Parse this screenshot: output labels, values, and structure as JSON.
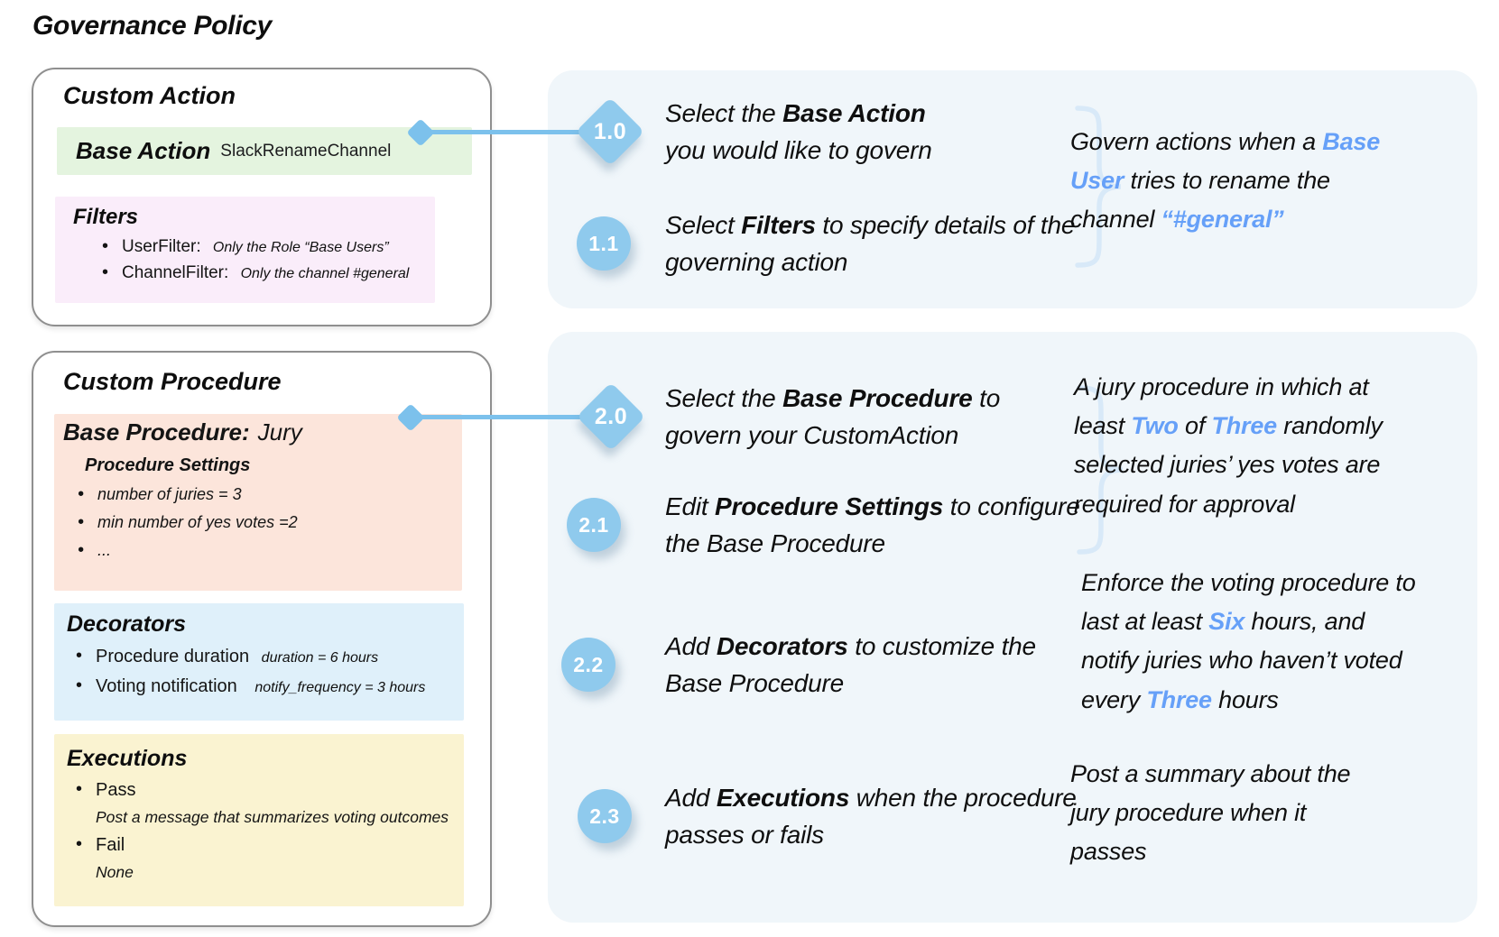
{
  "title": "Governance Policy",
  "colors": {
    "badge_blue": "#8fcaed",
    "connector_blue": "#7cc1ec",
    "accent_text_blue": "#66a0f8",
    "brace_blue": "#d8e9f8",
    "panel_bg": "#f0f6fa",
    "base_action_bg": "#e4f4df",
    "filters_bg": "#faedfa",
    "base_procedure_bg": "#fce5db",
    "decorators_bg": "#dff0fa",
    "executions_bg": "#faf3d1"
  },
  "custom_action": {
    "title": "Custom Action",
    "base_action": {
      "label": "Base Action",
      "value": "SlackRenameChannel"
    },
    "filters": {
      "title": "Filters",
      "items": [
        {
          "name": "UserFilter:",
          "detail": "Only the Role “Base Users”"
        },
        {
          "name": "ChannelFilter:",
          "detail": "Only the channel #general"
        }
      ]
    }
  },
  "custom_procedure": {
    "title": "Custom Procedure",
    "base_procedure": {
      "label": "Base Procedure:",
      "value": "Jury",
      "settings_title": "Procedure Settings",
      "settings": [
        "number of juries = 3",
        "min number of yes votes =2",
        "..."
      ]
    },
    "decorators": {
      "title": "Decorators",
      "items": [
        {
          "name": "Procedure duration",
          "detail": "duration = 6 hours"
        },
        {
          "name": "Voting notification",
          "detail": "notify_frequency = 3 hours"
        }
      ]
    },
    "executions": {
      "title": "Executions",
      "items": [
        {
          "name": "Pass",
          "detail": "Post a message that summarizes voting outcomes"
        },
        {
          "name": "Fail",
          "detail": "None"
        }
      ]
    }
  },
  "steps": [
    {
      "id": "1.0",
      "segments": [
        {
          "t": "Select the "
        },
        {
          "t": "Base Action",
          "b": true
        },
        {
          "t": " you would like to govern"
        }
      ]
    },
    {
      "id": "1.1",
      "segments": [
        {
          "t": "Select "
        },
        {
          "t": "Filters",
          "b": true
        },
        {
          "t": " to specify details of the governing action"
        }
      ]
    },
    {
      "id": "2.0",
      "segments": [
        {
          "t": "Select the "
        },
        {
          "t": "Base Procedure",
          "b": true
        },
        {
          "t": " to govern your CustomAction"
        }
      ]
    },
    {
      "id": "2.1",
      "segments": [
        {
          "t": "Edit "
        },
        {
          "t": "Procedure Settings",
          "b": true
        },
        {
          "t": " to configure the Base Procedure"
        }
      ]
    },
    {
      "id": "2.2",
      "segments": [
        {
          "t": "Add "
        },
        {
          "t": "Decorators",
          "b": true
        },
        {
          "t": " to customize the Base Procedure"
        }
      ]
    },
    {
      "id": "2.3",
      "segments": [
        {
          "t": "Add "
        },
        {
          "t": "Executions",
          "b": true
        },
        {
          "t": " when the procedure passes or fails"
        }
      ]
    }
  ],
  "notes": [
    {
      "segments": [
        {
          "t": "Govern actions when a "
        },
        {
          "t": "Base User",
          "a": true
        },
        {
          "t": " tries to rename the channel "
        },
        {
          "t": "“#general”",
          "a": true
        }
      ]
    },
    {
      "segments": [
        {
          "t": "A jury procedure in which at least "
        },
        {
          "t": "Two",
          "a": true
        },
        {
          "t": " of "
        },
        {
          "t": "Three",
          "a": true
        },
        {
          "t": " randomly selected juries’ yes votes are required for approval"
        }
      ]
    },
    {
      "segments": [
        {
          "t": "Enforce the voting procedure to last at least "
        },
        {
          "t": "Six",
          "a": true
        },
        {
          "t": " hours, and notify juries who haven’t voted every "
        },
        {
          "t": "Three",
          "a": true
        },
        {
          "t": " hours"
        }
      ]
    },
    {
      "segments": [
        {
          "t": "Post a summary about the jury procedure when it passes"
        }
      ]
    }
  ]
}
